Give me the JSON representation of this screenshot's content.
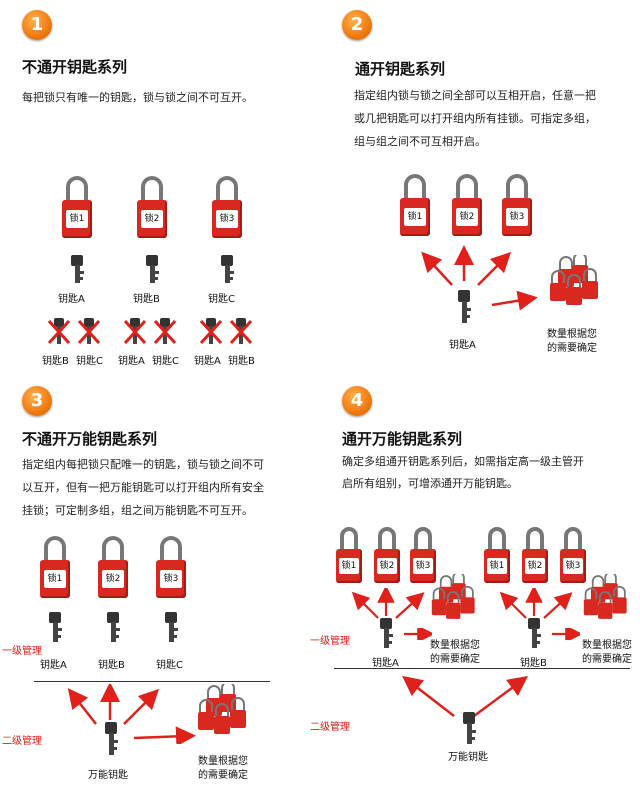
{
  "panel1": {
    "number": "1",
    "title": "不通开钥匙系列",
    "desc": "每把锁只有唯一的钥匙，锁与锁之间不可互开。",
    "locks": [
      "锁1",
      "锁2",
      "锁3"
    ],
    "keys": [
      "钥匙A",
      "钥匙B",
      "钥匙C"
    ],
    "crossed_keys": [
      "钥匙B",
      "钥匙C",
      "钥匙A",
      "钥匙C",
      "钥匙A",
      "钥匙B"
    ]
  },
  "panel2": {
    "number": "2",
    "title": "通开钥匙系列",
    "desc_lines": [
      "指定组内锁与锁之间全部可以互相开启，任意一把",
      "或几把钥匙可以打开组内所有挂锁。可指定多组，",
      "组与组之间不可互相开启。"
    ],
    "locks": [
      "锁1",
      "锁2",
      "锁3"
    ],
    "key": "钥匙A",
    "qty_note": [
      "数量根据您",
      "的需要确定"
    ]
  },
  "panel3": {
    "number": "3",
    "title": "不通开万能钥匙系列",
    "desc_lines": [
      "指定组内每把锁只配唯一的钥匙，锁与锁之间不可",
      "以互开，但有一把万能钥匙可以打开组内所有安全",
      "挂锁；可定制多组，组之间万能钥匙不可互开。"
    ],
    "locks": [
      "锁1",
      "锁2",
      "锁3"
    ],
    "keys": [
      "钥匙A",
      "钥匙B",
      "钥匙C"
    ],
    "level1": "一级管理",
    "level2": "二级管理",
    "master_key": "万能钥匙",
    "qty_note": [
      "数量根据您",
      "的需要确定"
    ]
  },
  "panel4": {
    "number": "4",
    "title": "通开万能钥匙系列",
    "desc_lines": [
      "确定多组通开钥匙系列后，如需指定高一级主管开",
      "启所有组别，可增添通开万能钥匙。"
    ],
    "group_a_locks": [
      "锁1",
      "锁2",
      "锁3"
    ],
    "group_b_locks": [
      "锁1",
      "锁2",
      "锁3"
    ],
    "key_a": "钥匙A",
    "key_b": "钥匙B",
    "level1": "一级管理",
    "level2": "二级管理",
    "master_key": "万能钥匙",
    "qty_note_a": [
      "数量根据您",
      "的需要确定"
    ],
    "qty_note_b": [
      "数量根据您",
      "的需要确定"
    ]
  },
  "colors": {
    "lock_red": "#d8281f",
    "arrow_red": "#e0201a",
    "badge_orange": "#f07a10"
  }
}
